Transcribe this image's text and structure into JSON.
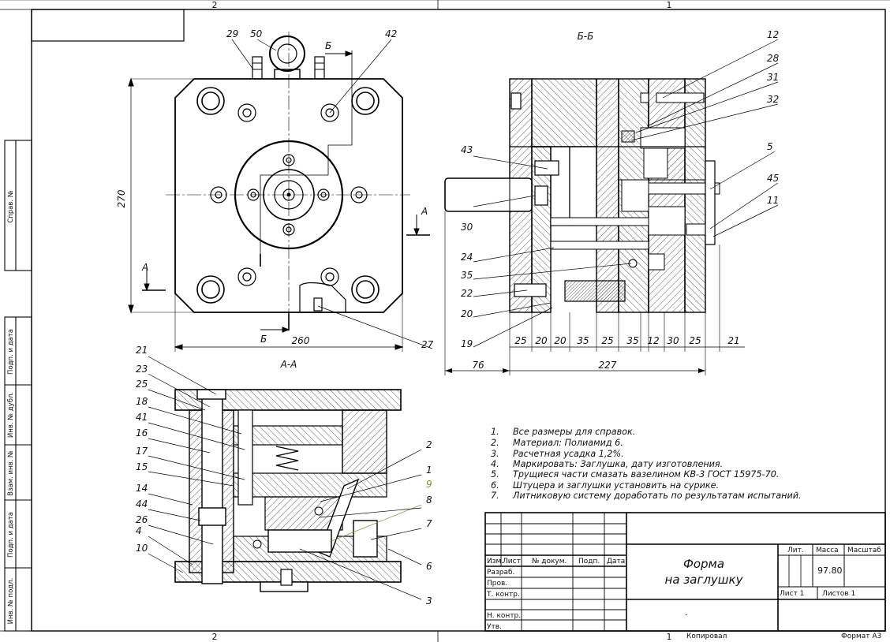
{
  "zone_numbers": {
    "top_left": "2",
    "top_right": "1",
    "bottom_left": "2",
    "bottom_right": "1"
  },
  "views": {
    "section_aa": "А-А",
    "section_bb": "Б-Б",
    "cut_a": "А",
    "cut_b": "Б"
  },
  "dimensions": {
    "plate_height": "270",
    "plate_width": "260",
    "side_total": "227",
    "side_left": "76",
    "side_chain": [
      "25",
      "20",
      "20",
      "35",
      "25",
      "35",
      "12",
      "30",
      "25",
      "21"
    ]
  },
  "callouts": {
    "top_view": [
      "29",
      "50",
      "42",
      "27"
    ],
    "bb_right": [
      "12",
      "28",
      "31",
      "32",
      "5",
      "45",
      "11"
    ],
    "bb_left": [
      "43",
      "30",
      "24",
      "35",
      "22",
      "20",
      "19"
    ],
    "aa_left": [
      "21",
      "23",
      "25",
      "18",
      "41",
      "16",
      "17",
      "15",
      "14",
      "44",
      "26",
      "4",
      "10"
    ],
    "aa_right": [
      "2",
      "1",
      "9",
      "8",
      "7",
      "6",
      "3"
    ]
  },
  "notes": [
    {
      "num": "1.",
      "text": "Все размеры для справок."
    },
    {
      "num": "2.",
      "text": "Материал: Полиамид 6."
    },
    {
      "num": "3.",
      "text": "Расчетная усадка 1,2%."
    },
    {
      "num": "4.",
      "text": "Маркировать: Заглушка, дату изготовления."
    },
    {
      "num": "5.",
      "text": "Трущиеся части смазать вазелином КВ-3 ГОСТ 15975-70."
    },
    {
      "num": "6.",
      "text": "Штуцера и заглушки установить на сурике."
    },
    {
      "num": "7.",
      "text": "Литниковую систему доработать по результатам испытаний."
    }
  ],
  "title_block": {
    "title_line1": "Форма",
    "title_line2": "на заглушку",
    "hdr_izm": "Изм.",
    "hdr_list": "Лист",
    "hdr_docnum": "№ докум.",
    "hdr_podp": "Подп.",
    "hdr_data": "Дата",
    "row_razrab": "Разраб.",
    "row_prov": "Пров.",
    "row_tkontr": "Т. контр.",
    "row_nkontr": "Н. контр.",
    "row_utv": "Утв.",
    "lit": "Лит.",
    "massa": "Масса",
    "masshtab": "Масштаб",
    "mass_value": "97.80",
    "sheet": "Лист 1",
    "sheets": "Листов 1",
    "dot": ".",
    "copied": "Копировал",
    "format": "Формат А3"
  },
  "side_stamp": {
    "sprav": "Справ. №",
    "podp_data_1": "Подп. и дата",
    "inv_dubl": "Инв. № дубл.",
    "vzam_inv": "Взам. инв. №",
    "podp_data_2": "Подп. и дата",
    "inv_podl": "Инв. № подл."
  }
}
